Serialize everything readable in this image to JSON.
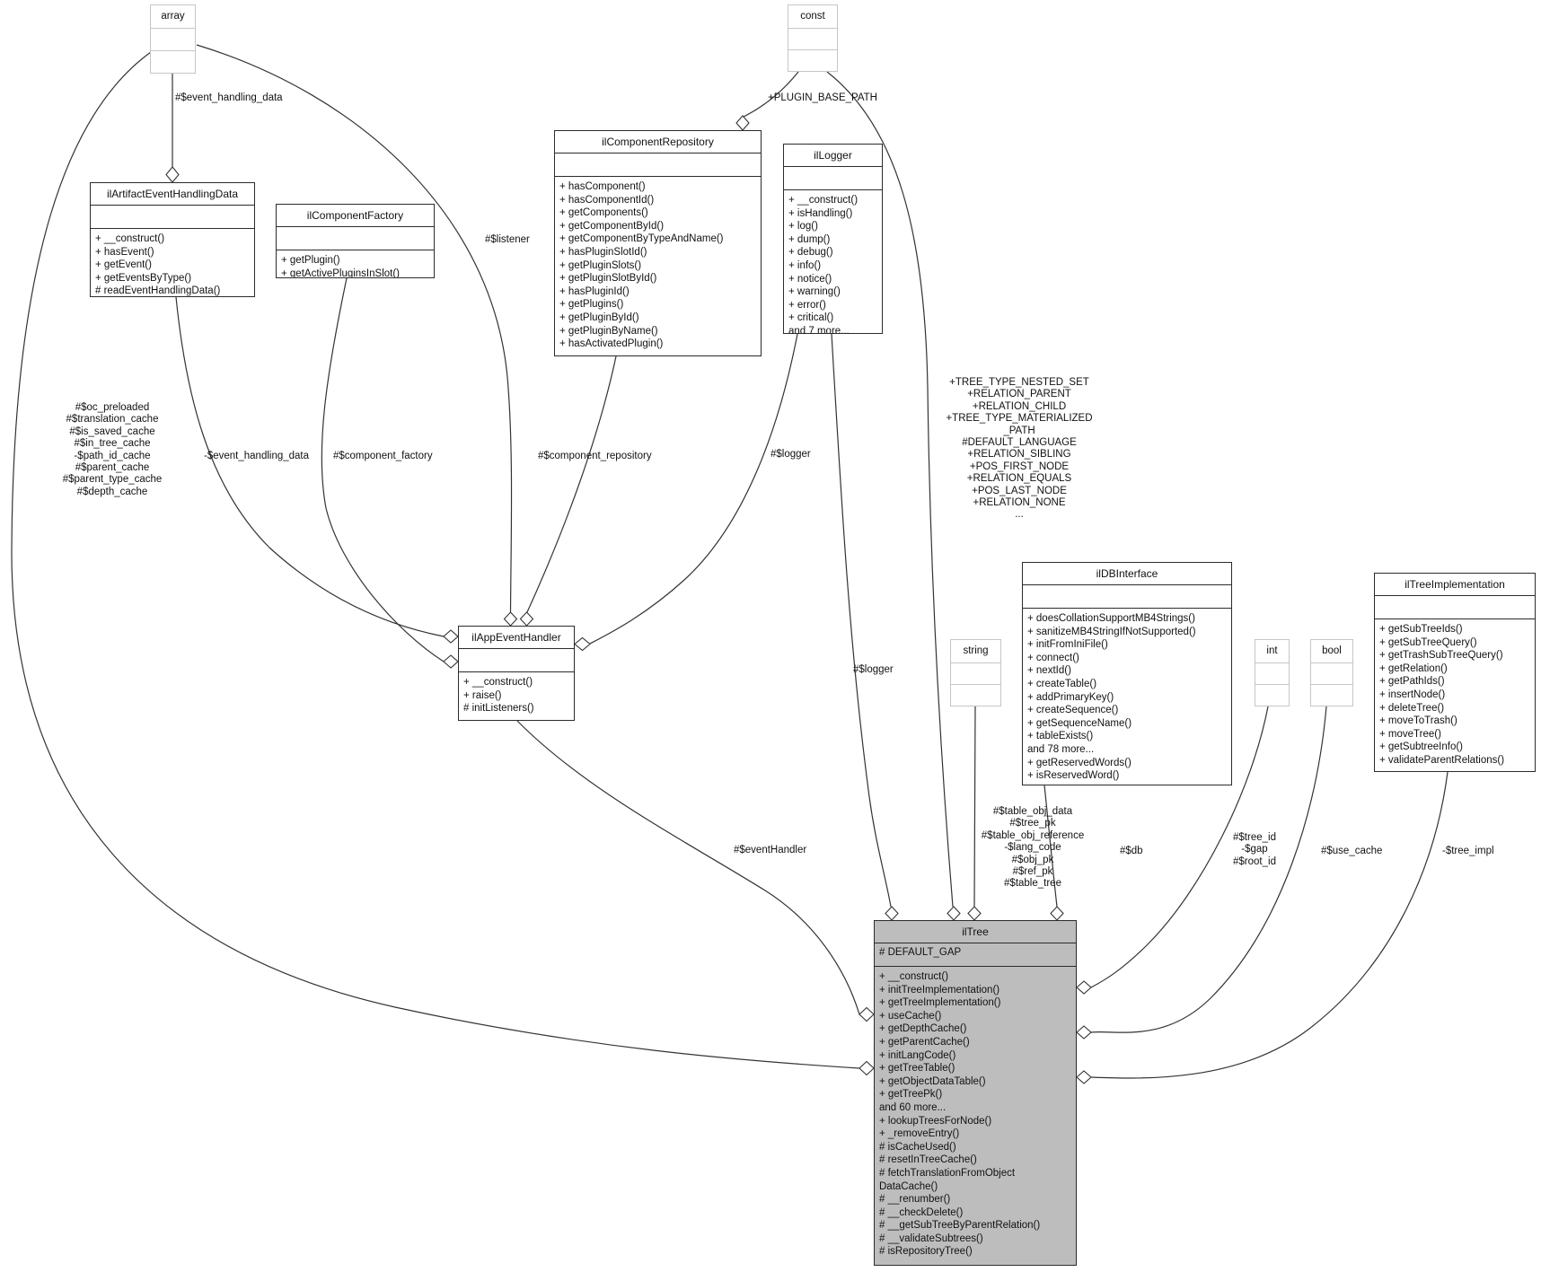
{
  "diagram": {
    "colors": {
      "edge-stroke": "#333333",
      "box-border": "#2b2b2b",
      "prim-border": "#c6c6c6",
      "tree-fill": "#bdbdbd"
    },
    "classes": {
      "array": {
        "title": "array"
      },
      "const": {
        "title": "const"
      },
      "string": {
        "title": "string"
      },
      "int": {
        "title": "int"
      },
      "bool": {
        "title": "bool"
      },
      "ilArtifactEventHandlingData": {
        "title": "ilArtifactEventHandlingData",
        "attributes": [],
        "methods": [
          "+ __construct()",
          "+ hasEvent()",
          "+ getEvent()",
          "+ getEventsByType()",
          "# readEventHandlingData()"
        ]
      },
      "ilComponentFactory": {
        "title": "ilComponentFactory",
        "attributes": [],
        "methods": [
          "+ getPlugin()",
          "+ getActivePluginsInSlot()"
        ]
      },
      "ilComponentRepository": {
        "title": "ilComponentRepository",
        "attributes": [],
        "methods": [
          "+ hasComponent()",
          "+ hasComponentId()",
          "+ getComponents()",
          "+ getComponentById()",
          "+ getComponentByTypeAndName()",
          "+ hasPluginSlotId()",
          "+ getPluginSlots()",
          "+ getPluginSlotById()",
          "+ hasPluginId()",
          "+ getPlugins()",
          "+ getPluginById()",
          "+ getPluginByName()",
          "+ hasActivatedPlugin()"
        ]
      },
      "ilLogger": {
        "title": "ilLogger",
        "attributes": [],
        "methods": [
          "+ __construct()",
          "+ isHandling()",
          "+ log()",
          "+ dump()",
          "+ debug()",
          "+ info()",
          "+ notice()",
          "+ warning()",
          "+ error()",
          "+ critical()",
          "and 7 more..."
        ]
      },
      "ilDBInterface": {
        "title": "ilDBInterface",
        "attributes": [],
        "methods": [
          "+ doesCollationSupportMB4Strings()",
          "+ sanitizeMB4StringIfNotSupported()",
          "+ initFromIniFile()",
          "+ connect()",
          "+ nextId()",
          "+ createTable()",
          "+ addPrimaryKey()",
          "+ createSequence()",
          "+ getSequenceName()",
          "+ tableExists()",
          "and 78 more...",
          "+ getReservedWords()",
          "+ isReservedWord()"
        ]
      },
      "ilTreeImplementation": {
        "title": "ilTreeImplementation",
        "attributes": [],
        "methods": [
          "+ getSubTreeIds()",
          "+ getSubTreeQuery()",
          "+ getTrashSubTreeQuery()",
          "+ getRelation()",
          "+ getPathIds()",
          "+ insertNode()",
          "+ deleteTree()",
          "+ moveToTrash()",
          "+ moveTree()",
          "+ getSubtreeInfo()",
          "+ validateParentRelations()"
        ]
      },
      "ilAppEventHandler": {
        "title": "ilAppEventHandler",
        "attributes": [],
        "methods": [
          "+ __construct()",
          "+ raise()",
          "# initListeners()"
        ]
      },
      "ilTree": {
        "title": "ilTree",
        "attributes": [
          "# DEFAULT_GAP"
        ],
        "methods": [
          "+ __construct()",
          "+ initTreeImplementation()",
          "+ getTreeImplementation()",
          "+ useCache()",
          "+ getDepthCache()",
          "+ getParentCache()",
          "+ initLangCode()",
          "+ getTreeTable()",
          "+ getObjectDataTable()",
          "+ getTreePk()",
          "and 60 more...",
          "+ lookupTreesForNode()",
          "+ _removeEntry()",
          "# isCacheUsed()",
          "# resetInTreeCache()",
          "# fetchTranslationFromObject",
          "DataCache()",
          "# __renumber()",
          "# __checkDelete()",
          "# __getSubTreeByParentRelation()",
          "# __validateSubtrees()",
          "# isRepositoryTree()"
        ]
      }
    },
    "labels": {
      "event_handling_data": "#$event_handling_data",
      "plugin_base_path": "+PLUGIN_BASE_PATH",
      "listener": "#$listener",
      "tree_cache_attrs": [
        "#$oc_preloaded",
        "#$translation_cache",
        "#$is_saved_cache",
        "#$in_tree_cache",
        "-$path_id_cache",
        "#$parent_cache",
        "#$parent_type_cache",
        "#$depth_cache"
      ],
      "minus_event_handling_data": "-$event_handling_data",
      "component_factory": "#$component_factory",
      "component_repository": "#$component_repository",
      "logger_to_handler": "#$logger",
      "tree_consts": [
        "+TREE_TYPE_NESTED_SET",
        "+RELATION_PARENT",
        "+RELATION_CHILD",
        "+TREE_TYPE_MATERIALIZED",
        "_PATH",
        "#DEFAULT_LANGUAGE",
        "+RELATION_SIBLING",
        "+POS_FIRST_NODE",
        "+RELATION_EQUALS",
        "+POS_LAST_NODE",
        "+RELATION_NONE",
        "..."
      ],
      "logger_to_tree": "#$logger",
      "event_handler": "#$eventHandler",
      "table_attrs": [
        "#$table_obj_data",
        "#$tree_pk",
        "#$table_obj_reference",
        "-$lang_code",
        "#$obj_pk",
        "#$ref_pk",
        "#$table_tree"
      ],
      "db": "#$db",
      "tree_id_attrs": [
        "#$tree_id",
        "-$gap",
        "#$root_id"
      ],
      "use_cache": "#$use_cache",
      "tree_impl": "-$tree_impl"
    }
  }
}
